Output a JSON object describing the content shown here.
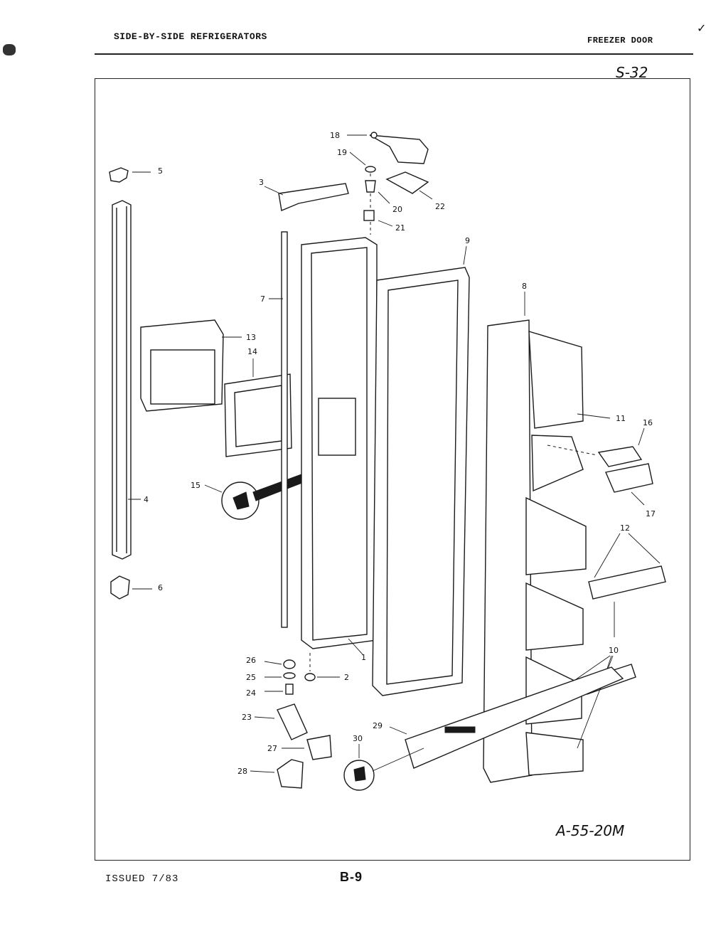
{
  "header": {
    "left_title": "SIDE-BY-SIDE REFRIGERATORS",
    "right_title": "FREEZER DOOR",
    "handwritten_note": "S-32",
    "corner_mark": "✓"
  },
  "footer": {
    "issued": "ISSUED 7/83",
    "page": "B-9"
  },
  "diagram": {
    "code": "A-55-20M",
    "parts": [
      {
        "no": "1"
      },
      {
        "no": "2"
      },
      {
        "no": "3"
      },
      {
        "no": "4"
      },
      {
        "no": "5"
      },
      {
        "no": "6"
      },
      {
        "no": "7"
      },
      {
        "no": "8"
      },
      {
        "no": "9"
      },
      {
        "no": "10"
      },
      {
        "no": "11"
      },
      {
        "no": "12"
      },
      {
        "no": "13"
      },
      {
        "no": "14"
      },
      {
        "no": "15"
      },
      {
        "no": "16"
      },
      {
        "no": "17"
      },
      {
        "no": "18"
      },
      {
        "no": "19"
      },
      {
        "no": "20"
      },
      {
        "no": "21"
      },
      {
        "no": "22"
      },
      {
        "no": "23"
      },
      {
        "no": "24"
      },
      {
        "no": "25"
      },
      {
        "no": "26"
      },
      {
        "no": "27"
      },
      {
        "no": "28"
      },
      {
        "no": "29"
      },
      {
        "no": "30"
      }
    ]
  }
}
